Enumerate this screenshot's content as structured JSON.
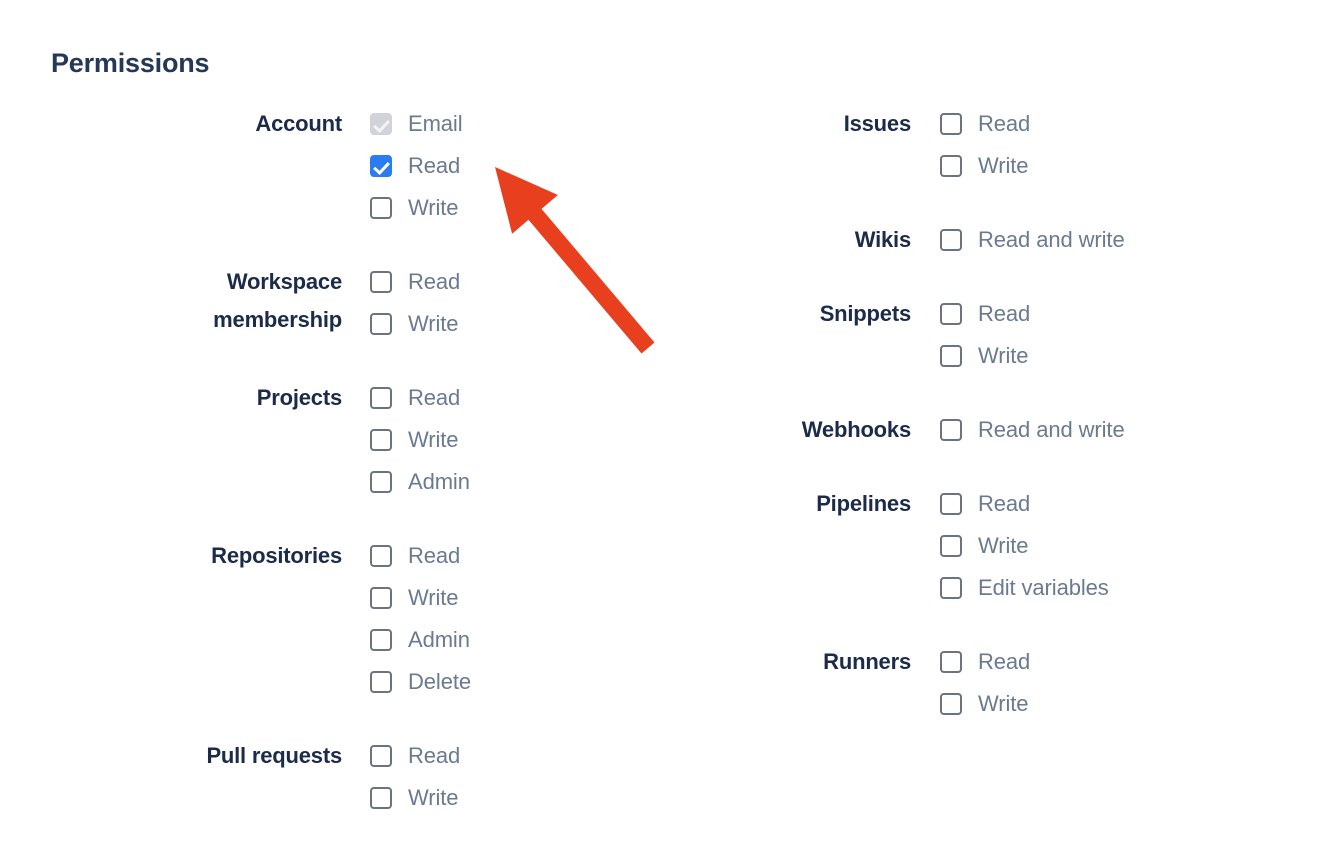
{
  "page": {
    "title": "Permissions"
  },
  "annotation": {
    "arrow_color": "#e8401f",
    "arrow_tip": "495,167",
    "arrow_tail": "648,348",
    "points_at": "Account Read checkbox"
  },
  "colors": {
    "title": "#253858",
    "group_label": "#1c2b4a",
    "option_label": "#6b7a90",
    "checkbox_border": "#6b7280",
    "checkbox_checked": "#2b7cf0",
    "checkbox_disabled": "#d0d4d9",
    "background": "#ffffff"
  },
  "left_column": [
    {
      "label": "Account",
      "options": [
        {
          "label": "Email",
          "state": "disabled-checked"
        },
        {
          "label": "Read",
          "state": "checked"
        },
        {
          "label": "Write",
          "state": "unchecked"
        }
      ]
    },
    {
      "label": "Workspace\nmembership",
      "options": [
        {
          "label": "Read",
          "state": "unchecked"
        },
        {
          "label": "Write",
          "state": "unchecked"
        }
      ]
    },
    {
      "label": "Projects",
      "options": [
        {
          "label": "Read",
          "state": "unchecked"
        },
        {
          "label": "Write",
          "state": "unchecked"
        },
        {
          "label": "Admin",
          "state": "unchecked"
        }
      ]
    },
    {
      "label": "Repositories",
      "options": [
        {
          "label": "Read",
          "state": "unchecked"
        },
        {
          "label": "Write",
          "state": "unchecked"
        },
        {
          "label": "Admin",
          "state": "unchecked"
        },
        {
          "label": "Delete",
          "state": "unchecked"
        }
      ]
    },
    {
      "label": "Pull requests",
      "options": [
        {
          "label": "Read",
          "state": "unchecked"
        },
        {
          "label": "Write",
          "state": "unchecked"
        }
      ]
    }
  ],
  "right_column": [
    {
      "label": "Issues",
      "options": [
        {
          "label": "Read",
          "state": "unchecked"
        },
        {
          "label": "Write",
          "state": "unchecked"
        }
      ]
    },
    {
      "label": "Wikis",
      "options": [
        {
          "label": "Read and write",
          "state": "unchecked"
        }
      ]
    },
    {
      "label": "Snippets",
      "options": [
        {
          "label": "Read",
          "state": "unchecked"
        },
        {
          "label": "Write",
          "state": "unchecked"
        }
      ]
    },
    {
      "label": "Webhooks",
      "options": [
        {
          "label": "Read and write",
          "state": "unchecked"
        }
      ]
    },
    {
      "label": "Pipelines",
      "options": [
        {
          "label": "Read",
          "state": "unchecked"
        },
        {
          "label": "Write",
          "state": "unchecked"
        },
        {
          "label": "Edit variables",
          "state": "unchecked"
        }
      ]
    },
    {
      "label": "Runners",
      "options": [
        {
          "label": "Read",
          "state": "unchecked"
        },
        {
          "label": "Write",
          "state": "unchecked"
        }
      ]
    }
  ]
}
